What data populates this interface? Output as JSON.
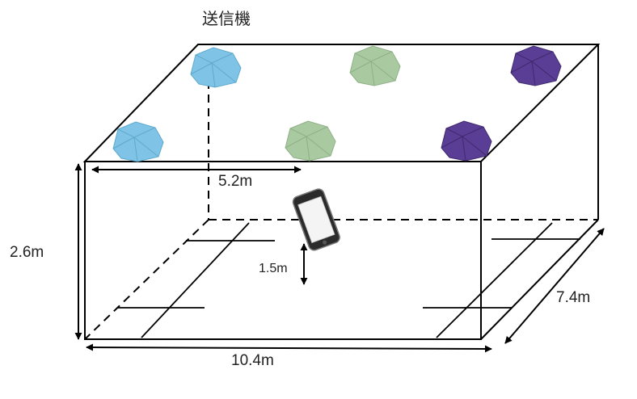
{
  "diagram": {
    "title": "送信機",
    "dimensions": {
      "ceiling_span": "5.2m",
      "height": "2.6m",
      "length": "10.4m",
      "depth": "7.4m",
      "phone_height": "1.5m"
    },
    "colors": {
      "blue": "#7fc4e6",
      "green": "#a9c9a1",
      "purple": "#5a3d94",
      "outline": "#000000"
    },
    "transmitters": [
      {
        "color": "blue",
        "row": "back",
        "column": "left"
      },
      {
        "color": "green",
        "row": "back",
        "column": "middle"
      },
      {
        "color": "purple",
        "row": "back",
        "column": "right"
      },
      {
        "color": "blue",
        "row": "front",
        "column": "left"
      },
      {
        "color": "green",
        "row": "front",
        "column": "middle"
      },
      {
        "color": "purple",
        "row": "front",
        "column": "right"
      }
    ],
    "receiver": "smartphone"
  }
}
